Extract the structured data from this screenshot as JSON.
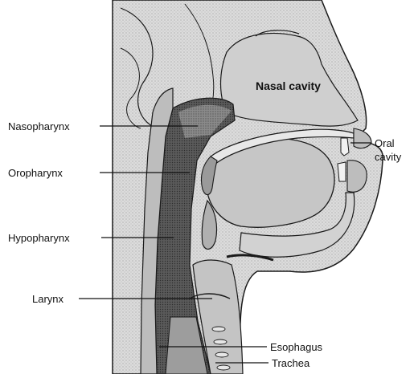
{
  "figure": {
    "colors": {
      "background": "#ffffff",
      "tissue_light": "#d9d9d9",
      "tissue_mid": "#b5b5b5",
      "tissue_dark": "#6b6b6b",
      "airway_dark": "#3a3a3a",
      "outline": "#1a1a1a",
      "text": "#111111"
    },
    "labels": {
      "nasal_cavity": "Nasal cavity",
      "oral_cavity_line1": "Oral",
      "oral_cavity_line2": "cavity",
      "nasopharynx": "Nasopharynx",
      "oropharynx": "Oropharynx",
      "hypopharynx": "Hypopharynx",
      "larynx": "Larynx",
      "esophagus": "Esophagus",
      "trachea": "Trachea"
    },
    "icons": [
      "head-neck-sagittal-anatomy"
    ]
  }
}
